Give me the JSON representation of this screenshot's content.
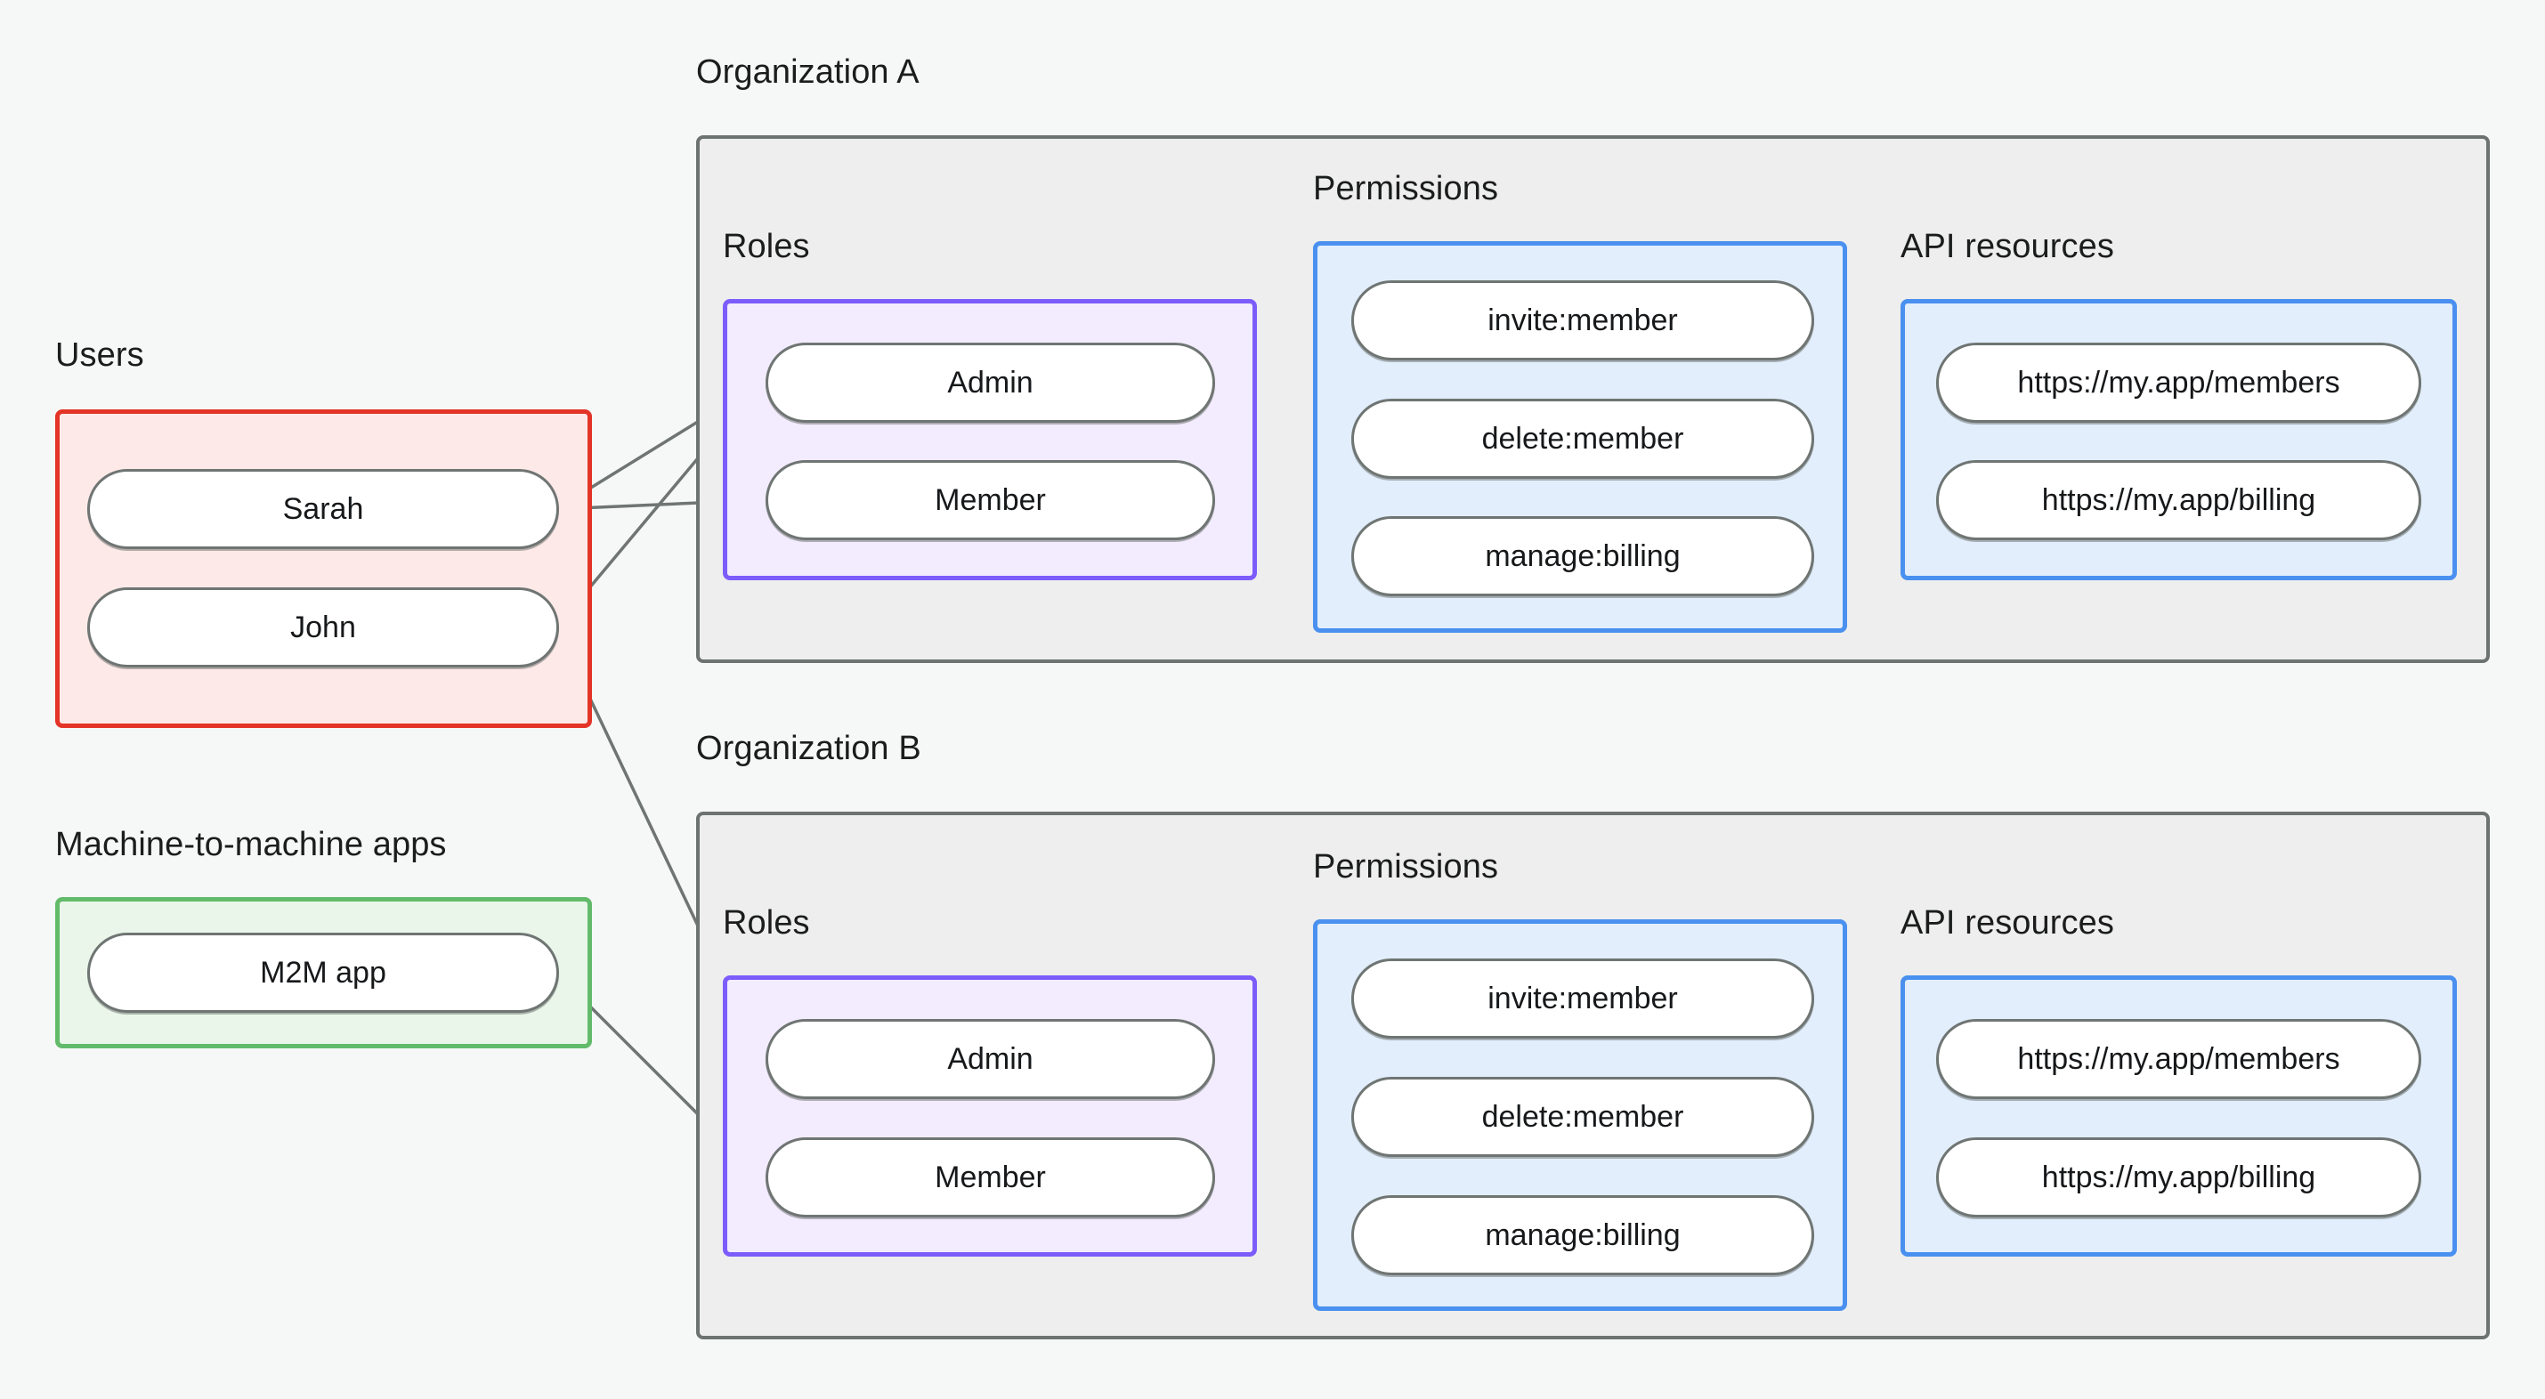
{
  "diagram": {
    "title_groups": {
      "users": "Users",
      "m2m": "Machine-to-machine apps",
      "org_a": "Organization A",
      "org_b": "Organization B",
      "roles": "Roles",
      "permissions": "Permissions",
      "api_resources": "API resources"
    },
    "colors": {
      "background": "#f6f8f7",
      "org_container_fill": "#edeeed",
      "org_container_border": "#6d7370",
      "users_border": "#e33427",
      "users_fill": "#fdeae8",
      "m2m_border": "#62bb6a",
      "m2m_fill": "#e9f6e9",
      "roles_border": "#7c5cfa",
      "roles_fill": "#f3ecfe",
      "permissions_border": "#4a90f0",
      "permissions_fill": "#e2eefc",
      "api_border": "#4a90f0",
      "api_fill": "#e2eefc",
      "node_border": "#6f7573",
      "node_fill": "#ffffff",
      "edge": "#6f7573"
    },
    "users": {
      "label": "Users",
      "nodes": [
        {
          "id": "sarah",
          "label": "Sarah"
        },
        {
          "id": "john",
          "label": "John"
        }
      ]
    },
    "m2m": {
      "label": "Machine-to-machine apps",
      "nodes": [
        {
          "id": "m2m-app",
          "label": "M2M app"
        }
      ]
    },
    "org_a": {
      "label": "Organization A",
      "roles": {
        "label": "Roles",
        "nodes": [
          {
            "id": "a-admin",
            "label": "Admin"
          },
          {
            "id": "a-member",
            "label": "Member"
          }
        ]
      },
      "permissions": {
        "label": "Permissions",
        "nodes": [
          {
            "id": "a-invite",
            "label": "invite:member"
          },
          {
            "id": "a-delete",
            "label": "delete:member"
          },
          {
            "id": "a-billing",
            "label": "manage:billing"
          }
        ]
      },
      "api_resources": {
        "label": "API resources",
        "nodes": [
          {
            "id": "a-res-members",
            "label": "https://my.app/members"
          },
          {
            "id": "a-res-billing",
            "label": "https://my.app/billing"
          }
        ]
      }
    },
    "org_b": {
      "label": "Organization B",
      "roles": {
        "label": "Roles",
        "nodes": [
          {
            "id": "b-admin",
            "label": "Admin"
          },
          {
            "id": "b-member",
            "label": "Member"
          }
        ]
      },
      "permissions": {
        "label": "Permissions",
        "nodes": [
          {
            "id": "b-invite",
            "label": "invite:member"
          },
          {
            "id": "b-delete",
            "label": "delete:member"
          },
          {
            "id": "b-billing",
            "label": "manage:billing"
          }
        ]
      },
      "api_resources": {
        "label": "API resources",
        "nodes": [
          {
            "id": "b-res-members",
            "label": "https://my.app/members"
          },
          {
            "id": "b-res-billing",
            "label": "https://my.app/billing"
          }
        ]
      }
    },
    "edges": [
      {
        "from": "sarah",
        "to": "a-admin"
      },
      {
        "from": "sarah",
        "to": "a-member"
      },
      {
        "from": "john",
        "to": "a-admin"
      },
      {
        "from": "john",
        "to": "b-admin"
      },
      {
        "from": "m2m-app",
        "to": "b-member"
      },
      {
        "from": "a-admin",
        "to": "a-invite"
      },
      {
        "from": "a-admin",
        "to": "a-delete"
      },
      {
        "from": "a-member",
        "to": "a-billing"
      },
      {
        "from": "a-invite",
        "to": "a-res-members"
      },
      {
        "from": "a-delete",
        "to": "a-res-members"
      },
      {
        "from": "a-billing",
        "to": "a-res-billing"
      },
      {
        "from": "b-admin",
        "to": "b-invite"
      },
      {
        "from": "b-admin",
        "to": "b-delete"
      },
      {
        "from": "b-member",
        "to": "b-billing"
      },
      {
        "from": "b-invite",
        "to": "b-res-members"
      },
      {
        "from": "b-delete",
        "to": "b-res-members"
      },
      {
        "from": "b-billing",
        "to": "b-res-billing"
      }
    ]
  }
}
